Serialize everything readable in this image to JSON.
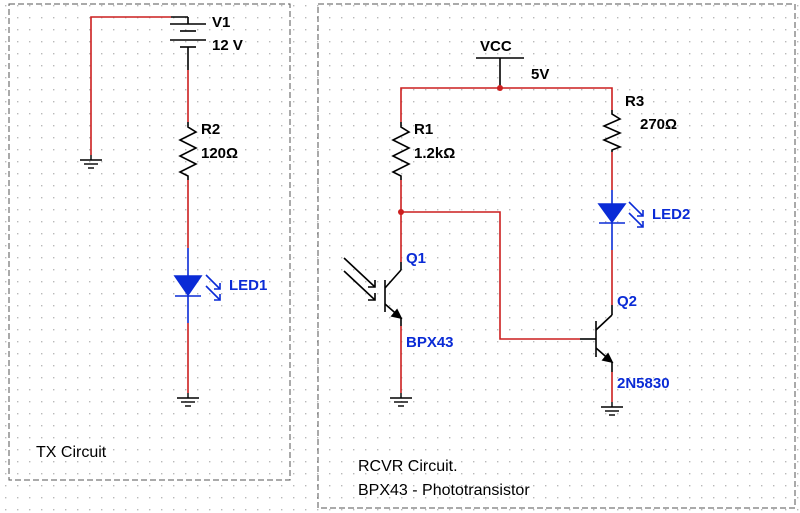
{
  "colors": {
    "wire": "#cc1f1f",
    "component": "#000000",
    "led": "#0a2bd6",
    "grid_dot": "#b9b9b9",
    "frame": "#555555"
  },
  "tx": {
    "title": "TX Circuit",
    "v1": {
      "name": "V1",
      "value": "12 V"
    },
    "r2": {
      "name": "R2",
      "value": "120Ω"
    },
    "led1": {
      "name": "LED1"
    }
  },
  "rcvr": {
    "title": "RCVR Circuit.",
    "subtitle": "BPX43 - Phototransistor",
    "vcc": {
      "name": "VCC",
      "value": "5V"
    },
    "r1": {
      "name": "R1",
      "value": "1.2kΩ"
    },
    "r3": {
      "name": "R3",
      "value": "270Ω"
    },
    "led2": {
      "name": "LED2"
    },
    "q1": {
      "name": "Q1",
      "part": "BPX43"
    },
    "q2": {
      "name": "Q2",
      "part": "2N5830"
    }
  }
}
